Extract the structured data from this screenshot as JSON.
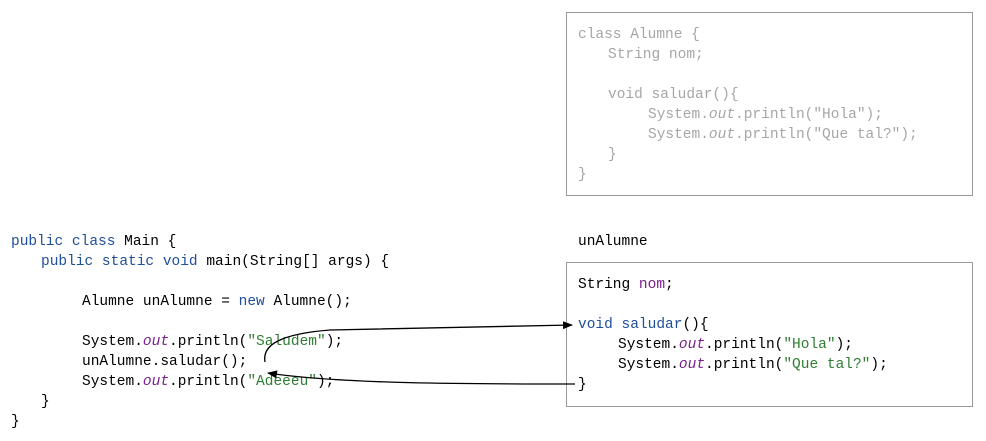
{
  "template_class": {
    "header": "class Alumne {",
    "field": "String nom;",
    "method_header": "void saludar(){",
    "println1_pre": "System.",
    "println1_out": "out",
    "println1_post": ".println(\"Hola\");",
    "println2_pre": "System.",
    "println2_out": "out",
    "println2_post": ".println(\"Que tal?\");",
    "method_close": "}",
    "class_close": "}"
  },
  "main_code": {
    "l1_a": "public class",
    "l1_b": " Main {",
    "l2_a": "public static void",
    "l2_b": " main",
    "l2_c": "(String[] args) {",
    "l3_a": "Alumne unAlumne = ",
    "l3_b": "new",
    "l3_c": " Alumne();",
    "l4_a": "System.",
    "l4_b": "out",
    "l4_c": ".println(",
    "l4_d": "\"Saludem\"",
    "l4_e": ");",
    "l5": "unAlumne.saludar();",
    "l6_a": "System.",
    "l6_b": "out",
    "l6_c": ".println(",
    "l6_d": "\"Adeeeu\"",
    "l6_e": ");",
    "l7": "}",
    "l8": "}"
  },
  "instance": {
    "label": "unAlumne",
    "field_a": "String ",
    "field_b": "nom",
    "field_c": ";",
    "method_a": "void",
    "method_b": " saludar",
    "method_c": "(){",
    "p1_a": "System.",
    "p1_b": "out",
    "p1_c": ".println(",
    "p1_d": "\"Hola\"",
    "p1_e": ");",
    "p2_a": "System.",
    "p2_b": "out",
    "p2_c": ".println(",
    "p2_d": "\"Que tal?\"",
    "p2_e": ");",
    "close": "}"
  },
  "colors": {
    "keyword": "#1f4e9a",
    "field": "#7a1f8c",
    "string": "#2e7d32",
    "template_text": "#a6a6a6",
    "border": "#9a9a9a"
  }
}
